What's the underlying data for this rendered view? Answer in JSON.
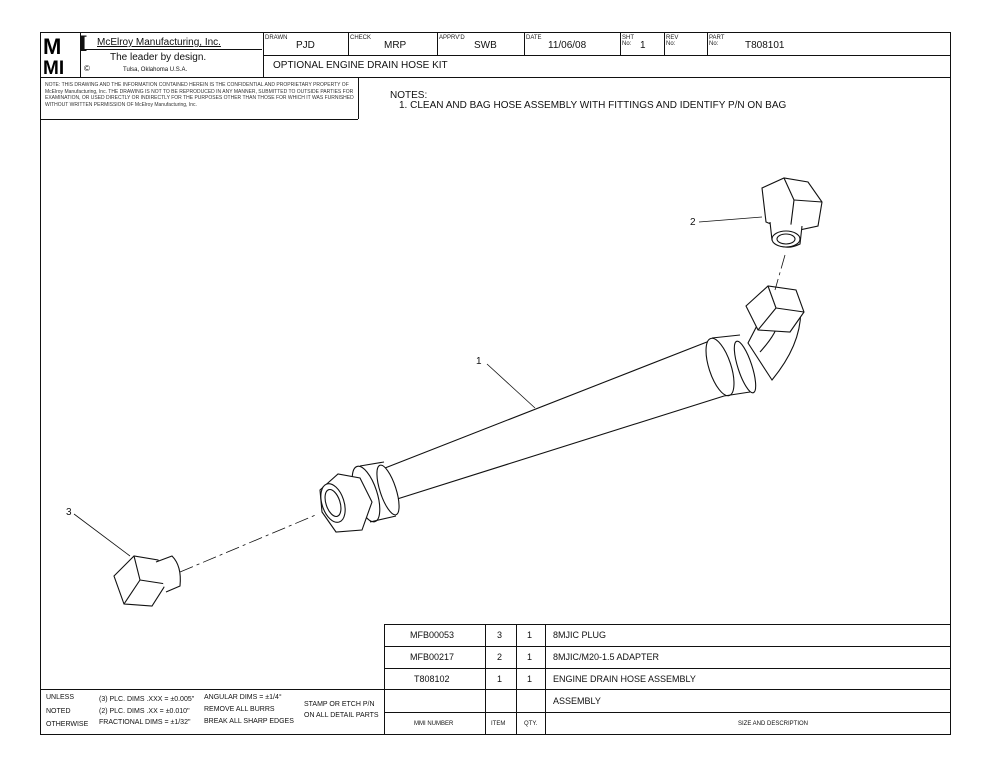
{
  "company": {
    "logo_text": "MMI",
    "name": "McElroy Manufacturing, Inc.",
    "tagline": "The leader by design.",
    "copyright_symbol": "©",
    "location": "Tulsa, Oklahoma U.S.A."
  },
  "title_block": {
    "drawn_label": "DRAWN",
    "drawn_value": "PJD",
    "check_label": "CHECK",
    "check_value": "MRP",
    "appr_label": "APPRV'D",
    "appr_value": "SWB",
    "date_label": "DATE",
    "date_value": "11/06/08",
    "sht_label": "SHT No:",
    "sht_value": "1",
    "rev_label": "REV No:",
    "rev_value": "",
    "part_label": "PART No:",
    "part_value": "T808101",
    "title": "OPTIONAL ENGINE DRAIN HOSE KIT"
  },
  "confidential_note": "NOTE: THIS DRAWING AND THE INFORMATION CONTAINED HEREIN IS THE CONFIDENTIAL AND PROPRIETARY PROPERTY OF McElroy Manufacturing, Inc. THE DRAWING IS NOT TO BE REPRODUCED IN ANY MANNER, SUBMITTED TO OUTSIDE PARTIES FOR EXAMINATION, OR USED DIRECTLY OR INDIRECTLY FOR THE PURPOSES OTHER THAN THOSE FOR WHICH IT WAS FURNISHED WITHOUT WRITTEN PERMISSION OF McElroy Manufacturing, Inc.",
  "notes": {
    "heading": "NOTES:",
    "items": [
      "1. CLEAN AND BAG HOSE ASSEMBLY WITH FITTINGS AND IDENTIFY P/N ON BAG"
    ]
  },
  "balloons": {
    "b1": "1",
    "b2": "2",
    "b3": "3"
  },
  "bom": {
    "rows": [
      {
        "number": "MFB00053",
        "item": "3",
        "qty": "1",
        "description": "8MJIC PLUG"
      },
      {
        "number": "MFB00217",
        "item": "2",
        "qty": "1",
        "description": "8MJIC/M20-1.5 ADAPTER"
      },
      {
        "number": "T808102",
        "item": "1",
        "qty": "1",
        "description": "ENGINE DRAIN HOSE ASSEMBLY"
      },
      {
        "number": "",
        "item": "",
        "qty": "",
        "description": "ASSEMBLY"
      }
    ],
    "header": {
      "number": "MMI NUMBER",
      "item": "ITEM",
      "qty": "QTY.",
      "description": "SIZE AND DESCRIPTION"
    }
  },
  "tolerances": {
    "unless": "UNLESS",
    "noted": "NOTED",
    "otherwise": "OTHERWISE",
    "pl3": "(3) PLC. DIMS .XXX = ±0.005\"",
    "pl2": "(2) PLC. DIMS .XX = ±0.010\"",
    "frac": "FRACTIONAL DIMS = ±1/32\"",
    "angular": "ANGULAR DIMS = ±1/4°",
    "burrs": "REMOVE ALL BURRS",
    "edges": "BREAK ALL SHARP EDGES",
    "stamp1": "STAMP OR ETCH P/N",
    "stamp2": "ON ALL DETAIL PARTS"
  }
}
